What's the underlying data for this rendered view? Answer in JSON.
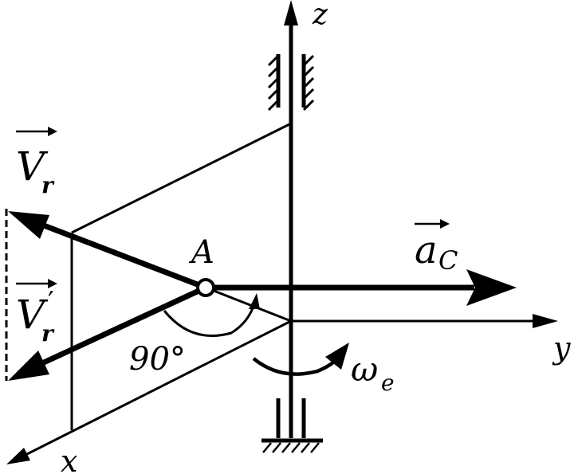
{
  "diagram": {
    "axes": {
      "z": "z",
      "y": "y",
      "x": "x"
    },
    "point": "A",
    "angle": "90°",
    "vr": {
      "letter": "V",
      "sub": "r"
    },
    "vr_prime": {
      "letter": "V",
      "sup": "′",
      "sub": "r"
    },
    "ac": {
      "letter": "a",
      "sub": "C"
    },
    "omega": {
      "letter": "ω",
      "sub": "e"
    }
  }
}
